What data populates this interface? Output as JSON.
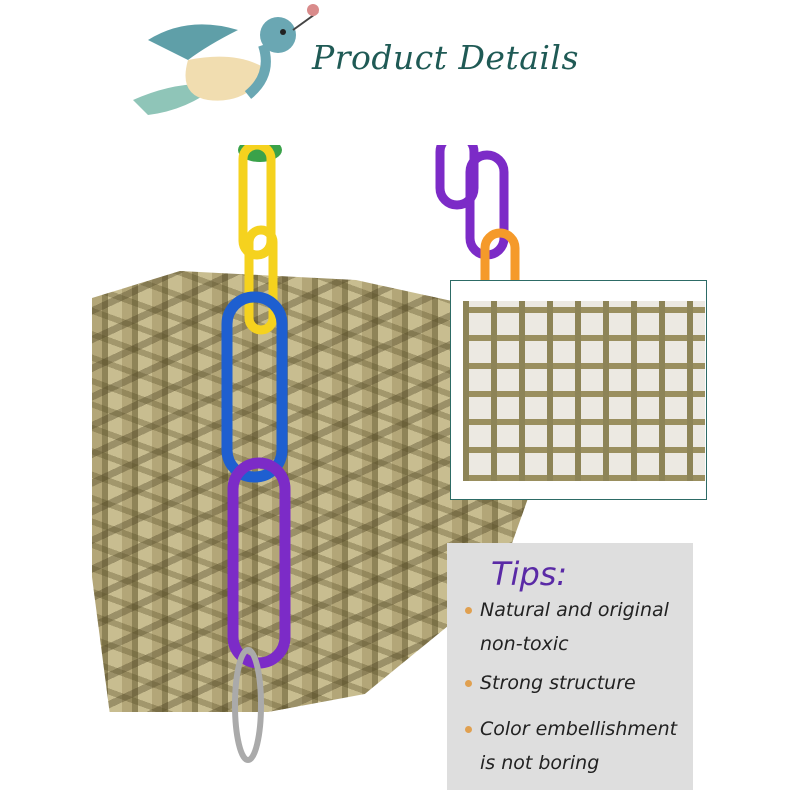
{
  "header": {
    "title": "Product Details",
    "logo_icon": "hummingbird-icon"
  },
  "tips": {
    "title": "Tips:",
    "items": [
      {
        "text": "Natural and original non-toxic"
      },
      {
        "text": "Strong structure"
      },
      {
        "text": "Color embellishment is not boring"
      }
    ],
    "bullet_color": "#e0a050",
    "title_color": "#5a2aa6"
  },
  "colors": {
    "title": "#1f5a55",
    "panel": "#dedede"
  }
}
